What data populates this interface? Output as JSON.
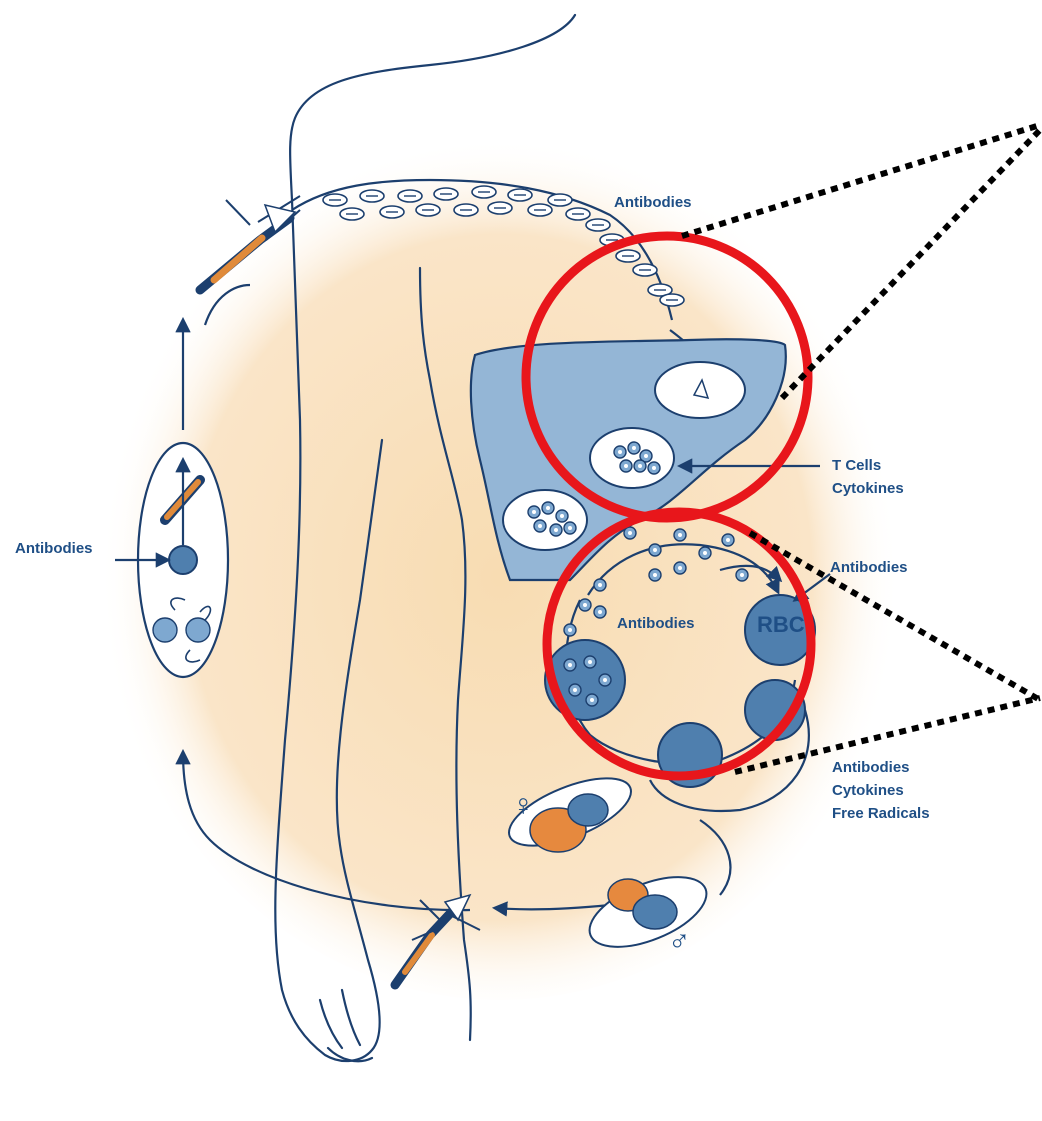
{
  "labels": {
    "antibodies_top": "Antibodies",
    "t_cells": "T Cells",
    "cytokines_tc": "Cytokines",
    "antibodies_rbc_right": "Antibodies",
    "antibodies_inner": "Antibodies",
    "rbc": "RBC",
    "antibodies_bottom": "Antibodies",
    "cytokines_bottom": "Cytokines",
    "free_radicals": "Free Radicals",
    "antibodies_left": "Antibodies",
    "female_symbol": "♀",
    "male_symbol": "♂"
  },
  "colors": {
    "background_glow": "#f8dfb8",
    "outline": "#1c3f6e",
    "label_text": "#1f4f86",
    "liver_fill": "#94b6d6",
    "rbc_fill": "#4f7fae",
    "highlight_circle": "#e8161b",
    "mosquito_body": "#e08a3a",
    "gamete_orange": "#e6893e"
  }
}
